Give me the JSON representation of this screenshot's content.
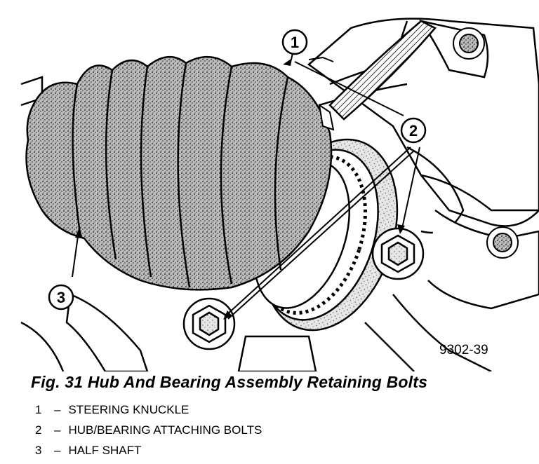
{
  "figure": {
    "caption": "Fig. 31 Hub And Bearing Assembly Retaining Bolts",
    "image_code": "9302-39",
    "callouts": [
      {
        "number": "1",
        "name": "steering knuckle"
      },
      {
        "number": "2",
        "name": "hub bearing attaching bolts"
      },
      {
        "number": "3",
        "name": "half shaft"
      }
    ]
  },
  "legend": [
    {
      "number": "1",
      "dash": "–",
      "label": "STEERING KNUCKLE"
    },
    {
      "number": "2",
      "dash": "–",
      "label": "HUB/BEARING ATTACHING BOLTS"
    },
    {
      "number": "3",
      "dash": "–",
      "label": "HALF SHAFT"
    }
  ]
}
